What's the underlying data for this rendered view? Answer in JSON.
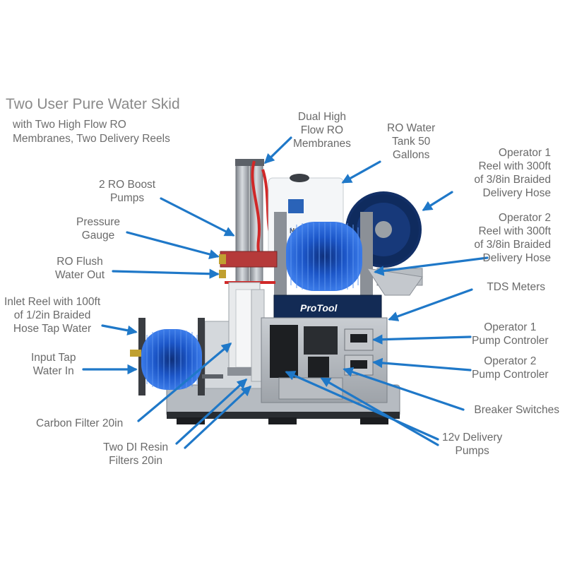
{
  "header": {
    "title": "Two User Pure Water Skid",
    "subtitle": "with Two High Flow RO\nMembranes, Two Delivery Reels"
  },
  "brand": {
    "reel_logo": "ProTool",
    "tank_badge": "NSF"
  },
  "colors": {
    "arrow": "#1f78c8",
    "hose": "#1e5fd0",
    "frame": "#9aa0a6",
    "label": "#6a6a6a"
  },
  "callouts": [
    {
      "id": "dual-membranes",
      "text": "Dual High\nFlow RO\nMembranes"
    },
    {
      "id": "ro-tank",
      "text": "RO Water\nTank 50\nGallons"
    },
    {
      "id": "operator1-reel",
      "text": "Operator 1\nReel with 300ft\nof 3/8in Braided\nDelivery Hose"
    },
    {
      "id": "operator2-reel",
      "text": "Operator 2\nReel with 300ft\nof 3/8in Braided\nDelivery Hose"
    },
    {
      "id": "boost-pumps",
      "text": "2 RO Boost\nPumps"
    },
    {
      "id": "pressure-gauge",
      "text": "Pressure\nGauge"
    },
    {
      "id": "ro-flush",
      "text": "RO Flush\nWater Out"
    },
    {
      "id": "inlet-reel",
      "text": "Inlet Reel with 100ft\nof 1/2in Braided\nHose Tap Water"
    },
    {
      "id": "input-tap",
      "text": "Input Tap\nWater In"
    },
    {
      "id": "tds-meters",
      "text": "TDS Meters"
    },
    {
      "id": "operator1-controller",
      "text": "Operator 1\nPump Controler"
    },
    {
      "id": "operator2-controller",
      "text": "Operator 2\nPump Controler"
    },
    {
      "id": "breaker-switches",
      "text": "Breaker Switches"
    },
    {
      "id": "delivery-pumps",
      "text": "12v Delivery\nPumps"
    },
    {
      "id": "carbon-filter",
      "text": "Carbon Filter 20in"
    },
    {
      "id": "di-resin",
      "text": "Two DI Resin\nFilters 20in"
    }
  ]
}
